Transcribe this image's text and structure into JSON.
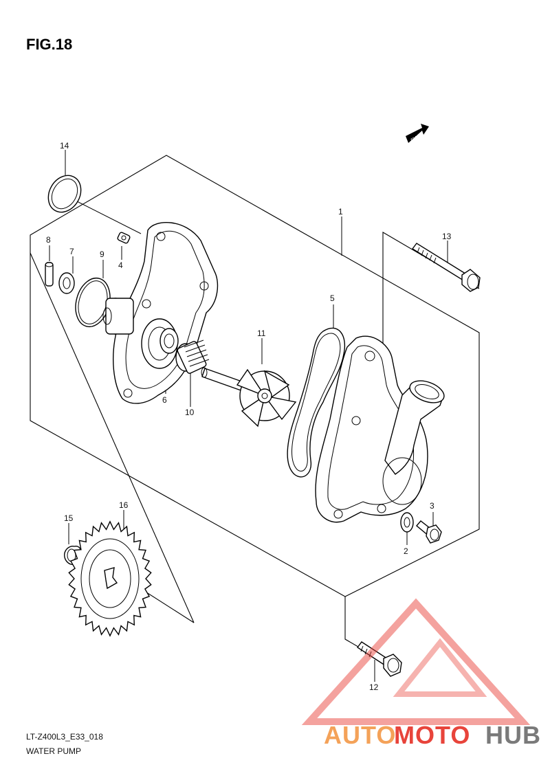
{
  "figure_title": "FIG.18",
  "fwd_label": "FWD",
  "footer": {
    "code": "LT-Z400L3_E33_018",
    "name": "WATER PUMP"
  },
  "watermark": {
    "part1": "AUTO",
    "part2": "MOTO",
    "part3": "HUB",
    "color_orange": "#f4a259",
    "color_red": "#e8443b",
    "color_gray": "#7a7a7a"
  },
  "callouts": [
    {
      "id": "1",
      "text": "1"
    },
    {
      "id": "2",
      "text": "2"
    },
    {
      "id": "3",
      "text": "3"
    },
    {
      "id": "4",
      "text": "4"
    },
    {
      "id": "5",
      "text": "5"
    },
    {
      "id": "6",
      "text": "6"
    },
    {
      "id": "7",
      "text": "7"
    },
    {
      "id": "8",
      "text": "8"
    },
    {
      "id": "9",
      "text": "9"
    },
    {
      "id": "10",
      "text": "10"
    },
    {
      "id": "11",
      "text": "11"
    },
    {
      "id": "12",
      "text": "12"
    },
    {
      "id": "13",
      "text": "13"
    },
    {
      "id": "14",
      "text": "14"
    },
    {
      "id": "15",
      "text": "15"
    },
    {
      "id": "16",
      "text": "16"
    }
  ]
}
